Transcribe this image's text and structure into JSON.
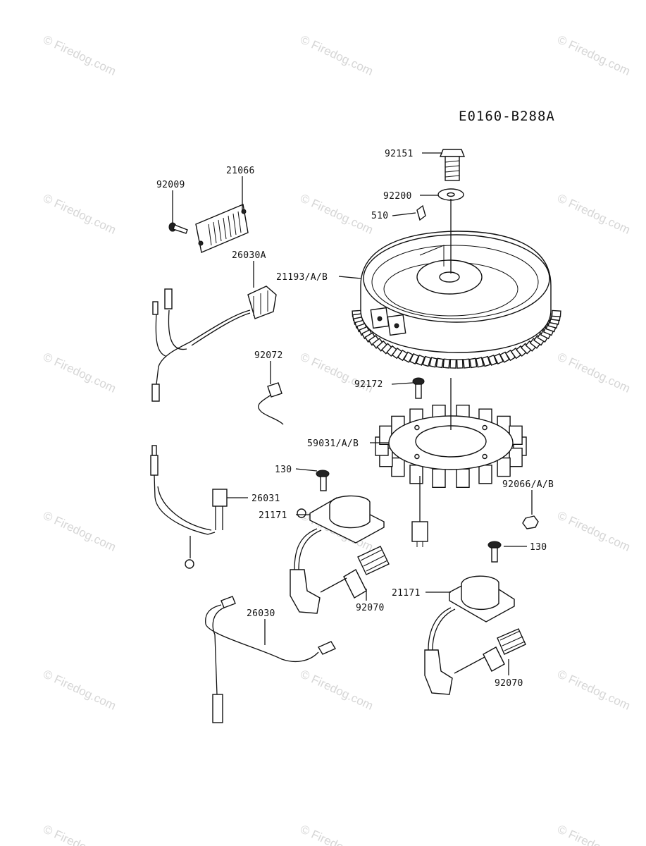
{
  "diagram_code": "E0160-B288A",
  "watermark_text": "Firedog.com",
  "parts": [
    {
      "id": "p92151",
      "number": "92151"
    },
    {
      "id": "p92200",
      "number": "92200"
    },
    {
      "id": "p510",
      "number": "510"
    },
    {
      "id": "p21193",
      "number": "21193/A/B"
    },
    {
      "id": "p92009",
      "number": "92009"
    },
    {
      "id": "p21066",
      "number": "21066"
    },
    {
      "id": "p26030A",
      "number": "26030A"
    },
    {
      "id": "p92072",
      "number": "92072"
    },
    {
      "id": "p92172",
      "number": "92172"
    },
    {
      "id": "p59031",
      "number": "59031/A/B"
    },
    {
      "id": "p130a",
      "number": "130"
    },
    {
      "id": "p26031",
      "number": "26031"
    },
    {
      "id": "p21171a",
      "number": "21171"
    },
    {
      "id": "p92066",
      "number": "92066/A/B"
    },
    {
      "id": "p130b",
      "number": "130"
    },
    {
      "id": "p92070a",
      "number": "92070"
    },
    {
      "id": "p26030",
      "number": "26030"
    },
    {
      "id": "p21171b",
      "number": "21171"
    },
    {
      "id": "p92070b",
      "number": "92070"
    }
  ]
}
